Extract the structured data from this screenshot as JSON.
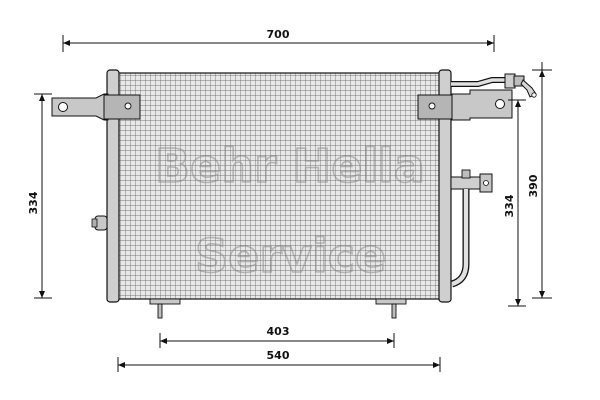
{
  "dimensions": {
    "overall_width": "700",
    "core_width": "540",
    "mount_spacing": "403",
    "height_left": "334",
    "height_right_inner": "334",
    "height_right_outer": "390"
  },
  "watermark": {
    "line1": "Behr Hella",
    "line2": "Service"
  },
  "colors": {
    "line": "#111111",
    "core_fill": "#e6e6e6",
    "tank_fill": "#d0d0d0",
    "bracket_fill": "#bdbdbd",
    "watermark": "#8a8a8a"
  }
}
